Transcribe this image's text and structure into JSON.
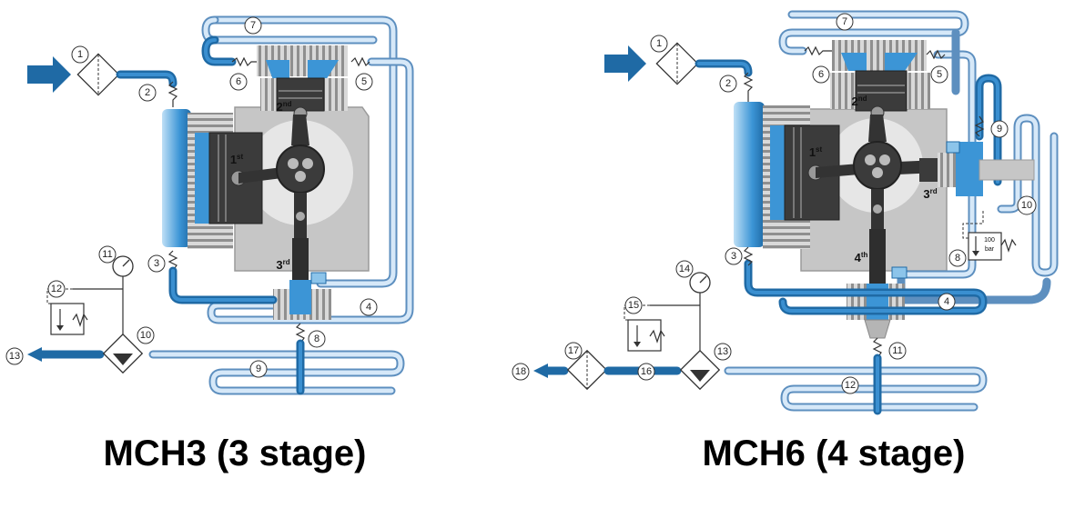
{
  "titles": {
    "left": "MCH3 (3 stage)",
    "right": "MCH6 (4 stage)"
  },
  "left_diagram": {
    "stages": {
      "s1": "1",
      "s1_sup": "st",
      "s2": "2",
      "s2_sup": "nd",
      "s3": "3",
      "s3_sup": "rd"
    },
    "callouts": [
      "1",
      "2",
      "3",
      "4",
      "5",
      "6",
      "7",
      "8",
      "9",
      "10",
      "11",
      "12",
      "13"
    ]
  },
  "right_diagram": {
    "stages": {
      "s1": "1",
      "s1_sup": "st",
      "s2": "2",
      "s2_sup": "nd",
      "s3": "3",
      "s3_sup": "rd",
      "s4": "4",
      "s4_sup": "th"
    },
    "callouts": [
      "1",
      "2",
      "3",
      "4",
      "5",
      "6",
      "7",
      "8",
      "9",
      "10",
      "11",
      "12",
      "13",
      "14",
      "15",
      "16",
      "17",
      "18"
    ],
    "gauge_label_top": "100",
    "gauge_label_bottom": "bar"
  },
  "colors": {
    "pipe_dark": "#1f6aa5",
    "pipe_light": "#5d8fbf",
    "metal": "#c9c9c9",
    "metal_dark": "#9a9a9a"
  }
}
